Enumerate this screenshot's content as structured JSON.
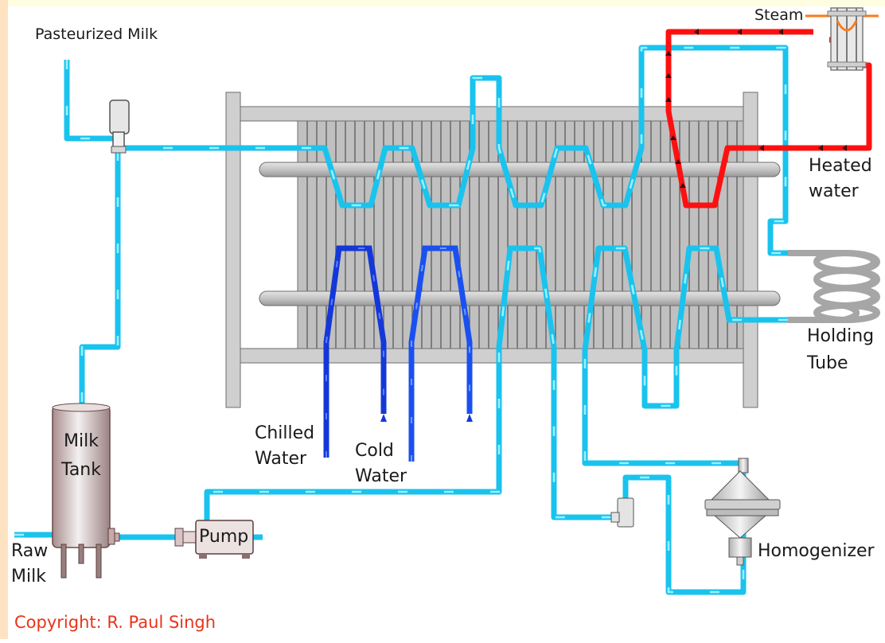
{
  "labels": {
    "pasteurized_milk": "Pasteurized Milk",
    "steam": "Steam",
    "heated_water_1": "Heated",
    "heated_water_2": "water",
    "holding_tube_1": "Holding",
    "holding_tube_2": "Tube",
    "chilled_water_1": "Chilled",
    "chilled_water_2": "Water",
    "cold_water_1": "Cold",
    "cold_water_2": "Water",
    "milk_tank_1": "Milk",
    "milk_tank_2": "Tank",
    "pump": "Pump",
    "raw_milk_1": "Raw",
    "raw_milk_2": "Milk",
    "homogenizer": "Homogenizer",
    "copyright": "Copyright: R. Paul Singh"
  },
  "colors": {
    "milk_pipe": "#19c3ee",
    "milk_flow": "#9af0ff",
    "hot_water": "#ff1010",
    "chilled_water": "#1438d8",
    "cold_water": "#1a50f0",
    "frame": "#c8c8c8",
    "steam_line": "#ff7a1a",
    "copyright": "#e8341a"
  }
}
